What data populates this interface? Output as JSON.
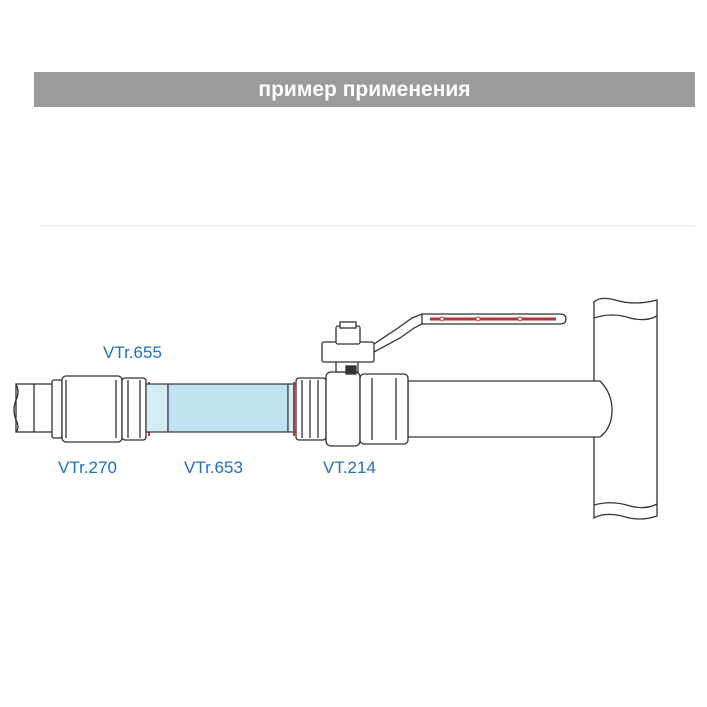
{
  "header": {
    "title": "пример применения"
  },
  "labels": {
    "coupling_top": "VTr.655",
    "union_left": "VTr.270",
    "pipe_segment": "VTr.653",
    "ball_valve": "VT.214"
  },
  "colors": {
    "banner_bg": "#9b9b9d",
    "label_text": "#1f6fc0",
    "pipe_fill": "#bfe3f0",
    "handle_red": "#b8333a",
    "outline": "#333333"
  }
}
